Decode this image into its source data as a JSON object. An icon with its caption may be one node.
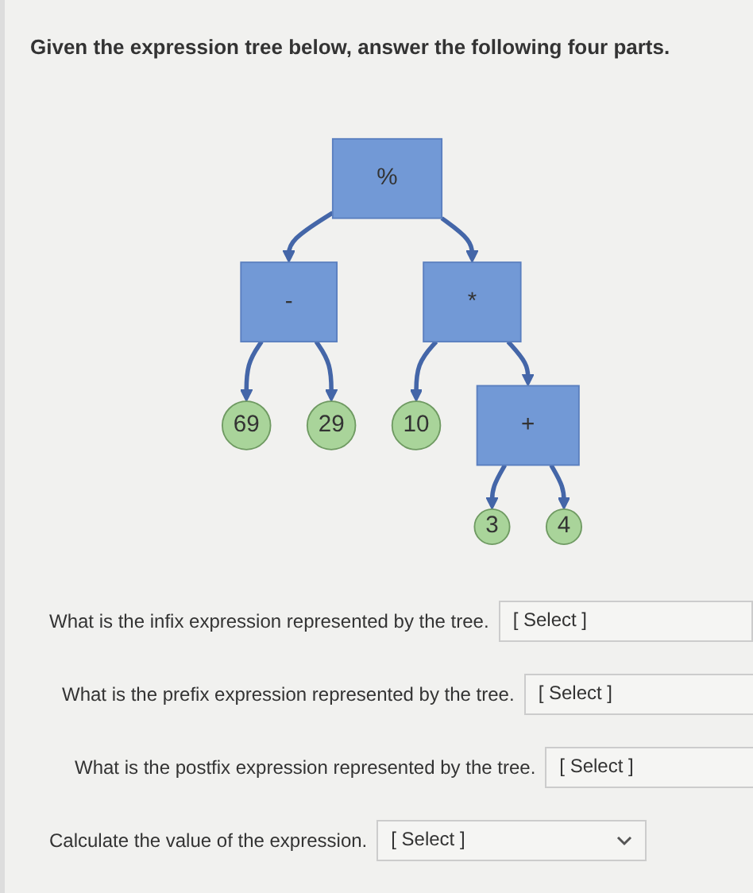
{
  "diagram": {
    "title": "Given the expression tree below, answer the following four parts.",
    "nodes": [
      {
        "text": [
          "%"
        ]
      },
      {
        "text": [
          "-"
        ]
      },
      {
        "text": [
          "*"
        ]
      },
      {
        "text": [
          "69"
        ]
      },
      {
        "text": [
          "29"
        ]
      },
      {
        "text": [
          "10"
        ]
      },
      {
        "text": [
          "+"
        ]
      },
      {
        "text": [
          "3"
        ]
      },
      {
        "text": [
          "4"
        ]
      }
    ],
    "edges": [
      {
        "from": 0,
        "to": 1,
        "arrow": "to"
      },
      {
        "from": 0,
        "to": 2,
        "arrow": "to"
      },
      {
        "from": 1,
        "to": 3,
        "arrow": "to"
      },
      {
        "from": 1,
        "to": 4,
        "arrow": "to"
      },
      {
        "from": 2,
        "to": 5,
        "arrow": "to"
      },
      {
        "from": 2,
        "to": 6,
        "arrow": "to"
      },
      {
        "from": 6,
        "to": 7,
        "arrow": "to"
      },
      {
        "from": 6,
        "to": 8,
        "arrow": "to"
      }
    ],
    "labels": [
      "What is the infix expression represented by the tree.",
      "[ Select ]",
      "What is the prefix expression represented by the tree.",
      "[ Select ]",
      "What is the postfix expression represented by the tree.",
      "[ Select ]",
      "Calculate the value of the expression.",
      "[ Select ]"
    ]
  }
}
